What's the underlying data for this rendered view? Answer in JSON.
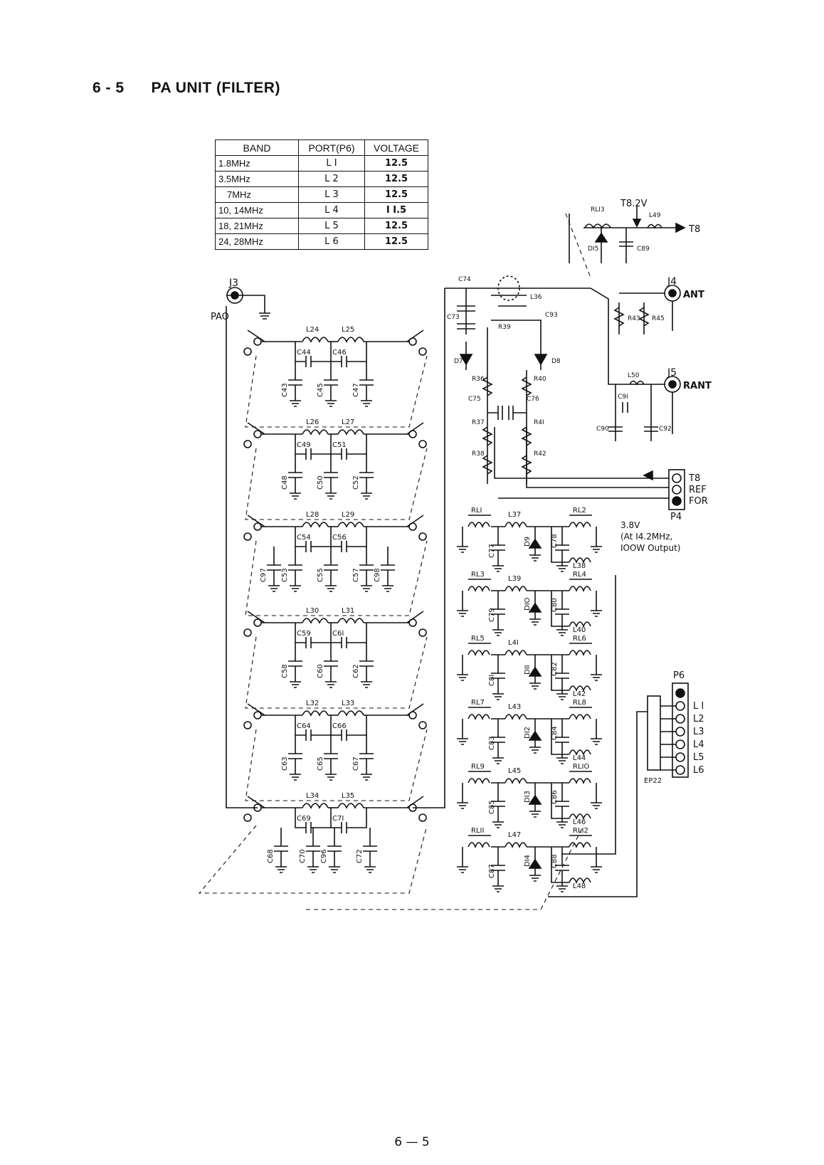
{
  "heading": {
    "section": "6 - 5",
    "title": "PA UNIT (FILTER)"
  },
  "band_table": {
    "headers": [
      "BAND",
      "PORT(P6)",
      "VOLTAGE"
    ],
    "rows": [
      [
        "1.8MHz",
        "L I",
        "12.5"
      ],
      [
        "3.5MHz",
        "L 2",
        "12.5"
      ],
      [
        "7MHz",
        "L 3",
        "12.5"
      ],
      [
        "10, 14MHz",
        "L 4",
        "I I.5"
      ],
      [
        "18, 21MHz",
        "L 5",
        "12.5"
      ],
      [
        "24, 28MHz",
        "L 6",
        "12.5"
      ]
    ]
  },
  "connectors": {
    "j3": "J3",
    "pao": "PAO",
    "j4": "J4",
    "ant": "ANT",
    "j5": "J5",
    "rant": "RANT",
    "p4": "P4",
    "p4_pins": [
      "T8",
      "REF",
      "FOR"
    ],
    "p6": "P6",
    "p6_pins": [
      "L I",
      "L2",
      "L3",
      "L4",
      "L5",
      "L6"
    ],
    "ep22": "EP22",
    "t8_top": "T8",
    "t8_supply": "T8.2V"
  },
  "note": {
    "line1": "3.8V",
    "line2": "(At I4.2MHz,",
    "line3": "IOOW Output)"
  },
  "filters": [
    {
      "coils": [
        "L24",
        "L25"
      ],
      "series": [
        "C44",
        "C46"
      ],
      "shunt": [
        "C43",
        "C45",
        "C47"
      ]
    },
    {
      "coils": [
        "L26",
        "L27"
      ],
      "series": [
        "C49",
        "C51"
      ],
      "shunt": [
        "C48",
        "C50",
        "C52"
      ]
    },
    {
      "coils": [
        "L28",
        "L29"
      ],
      "series": [
        "C54",
        "C56"
      ],
      "shunt": [
        "C97",
        "C53",
        "C55",
        "C57",
        "C98"
      ]
    },
    {
      "coils": [
        "L30",
        "L31"
      ],
      "series": [
        "C59",
        "C6I"
      ],
      "shunt": [
        "C58",
        "C60",
        "C62"
      ]
    },
    {
      "coils": [
        "L32",
        "L33"
      ],
      "series": [
        "C64",
        "C66"
      ],
      "shunt": [
        "C63",
        "C65",
        "C67"
      ]
    },
    {
      "coils": [
        "L34",
        "L35"
      ],
      "series": [
        "C69",
        "C7I"
      ],
      "shunt": [
        "C68",
        "C70",
        "C96",
        "C72"
      ]
    }
  ],
  "relay_rows": [
    {
      "rl_left": "RLI",
      "coil": "L37",
      "cap_a": "C77",
      "diode": "D9",
      "cap_b": "C78",
      "rl_right": "RL2",
      "bottom_coil": "L38"
    },
    {
      "rl_left": "RL3",
      "coil": "L39",
      "cap_a": "C79",
      "diode": "DIO",
      "cap_b": "C80",
      "rl_right": "RL4",
      "bottom_coil": "L40"
    },
    {
      "rl_left": "RL5",
      "coil": "L4I",
      "cap_a": "C8I",
      "diode": "DII",
      "cap_b": "C82",
      "rl_right": "RL6",
      "bottom_coil": "L42"
    },
    {
      "rl_left": "RL7",
      "coil": "L43",
      "cap_a": "C83",
      "diode": "DI2",
      "cap_b": "C84",
      "rl_right": "RL8",
      "bottom_coil": "L44"
    },
    {
      "rl_left": "RL9",
      "coil": "L45",
      "cap_a": "C85",
      "diode": "DI3",
      "cap_b": "C86",
      "rl_right": "RLIO",
      "bottom_coil": "L46"
    },
    {
      "rl_left": "RLII",
      "coil": "L47",
      "cap_a": "C87",
      "diode": "DI4",
      "cap_b": "C88",
      "rl_right": "RLI2",
      "bottom_coil": "L48"
    }
  ],
  "sensor_labels": {
    "c74": "C74",
    "c73": "C73",
    "l36": "L36",
    "r39": "R39",
    "c93": "C93",
    "d7": "D7",
    "d8": "D8",
    "r36": "R36",
    "r40": "R40",
    "c75": "C75",
    "c76": "C76",
    "r37": "R37",
    "r41": "R4I",
    "r38": "R38",
    "r42": "R42"
  },
  "antenna_labels": {
    "rl13": "RLI3",
    "l49": "L49",
    "d15": "DI5",
    "c89": "C89",
    "r43": "R43",
    "r45": "R45",
    "l50": "L50",
    "c91": "C9I",
    "c90": "C90",
    "c92": "C92"
  },
  "page_number": "6 — 5"
}
